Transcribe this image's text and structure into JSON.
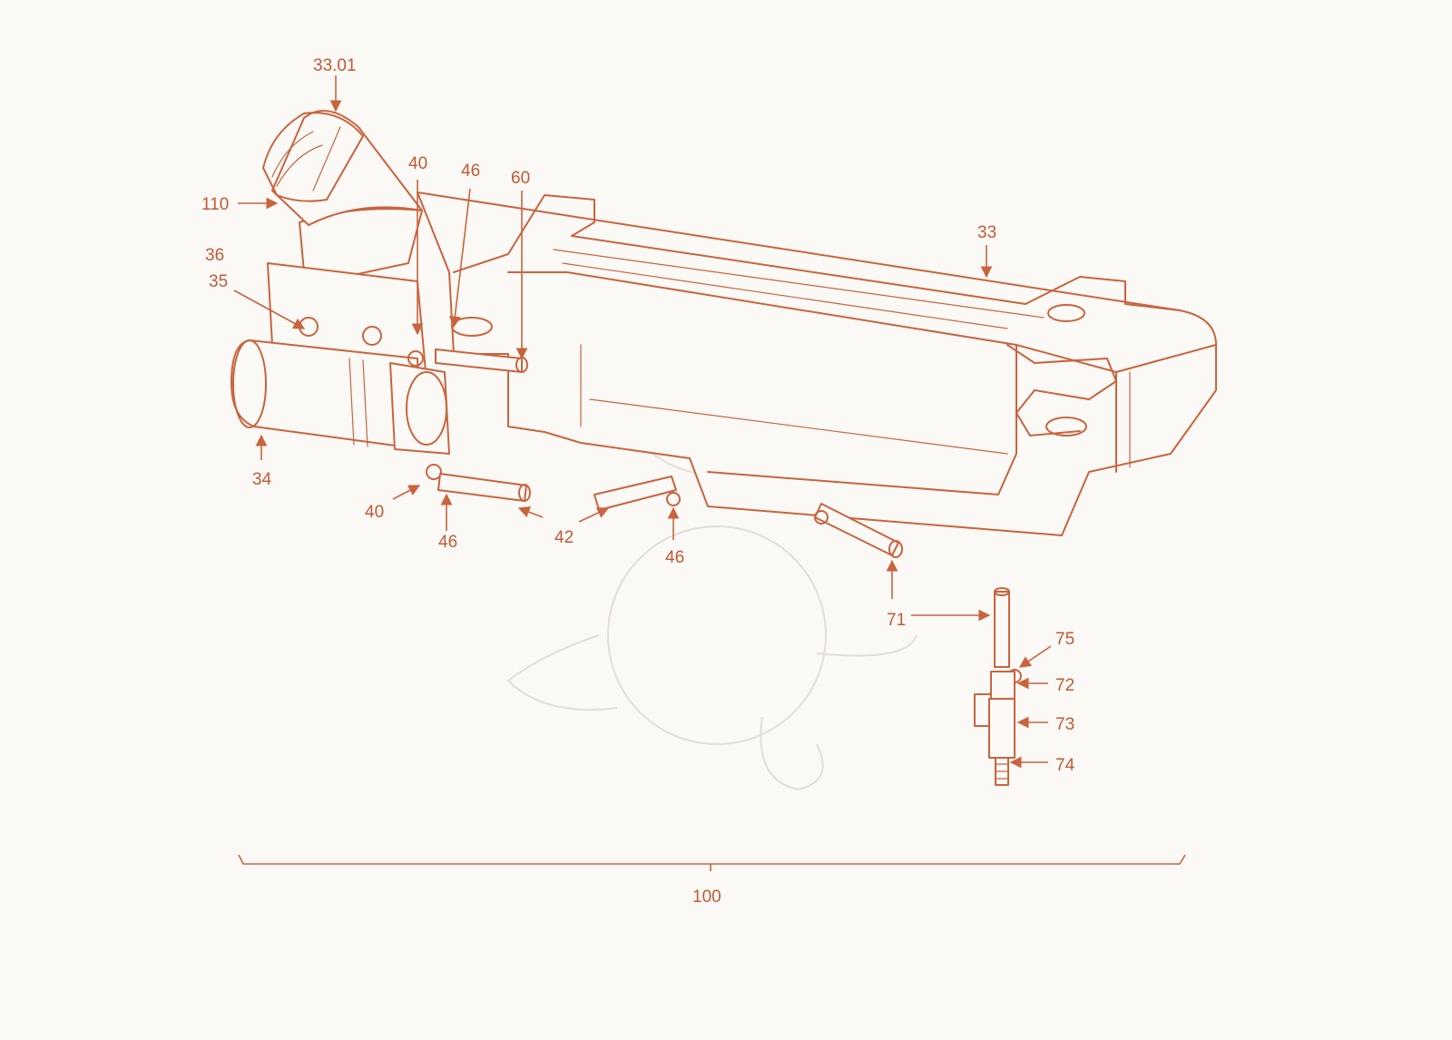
{
  "diagram": {
    "line_color": "#c8643e",
    "label_color": "#c05a34",
    "background": "#fbf9f6",
    "watermark_color": "#e4ddd6",
    "labels": {
      "l3301": "33.01",
      "l40a": "40",
      "l46a": "46",
      "l60": "60",
      "l110": "110",
      "l33": "33",
      "l36": "36",
      "l35": "35",
      "l34": "34",
      "l40b": "40",
      "l46b": "46",
      "l42": "42",
      "l46c": "46",
      "l71": "71",
      "l75": "75",
      "l72": "72",
      "l73": "73",
      "l74": "74",
      "l100": "100"
    }
  }
}
